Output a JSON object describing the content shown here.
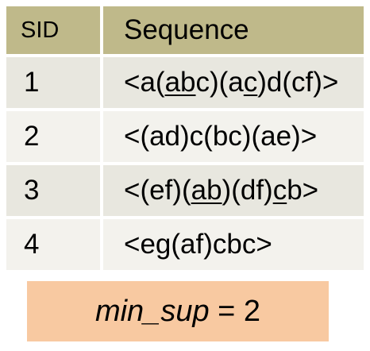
{
  "table": {
    "headers": {
      "sid": "SID",
      "sequence": "Sequence"
    },
    "rows": [
      {
        "sid": "1",
        "segments": [
          {
            "t": "<a(",
            "u": false
          },
          {
            "t": "ab",
            "u": true
          },
          {
            "t": "c)(a",
            "u": false
          },
          {
            "t": "c",
            "u": true
          },
          {
            "t": ")d(cf)>",
            "u": false
          }
        ]
      },
      {
        "sid": "2",
        "segments": [
          {
            "t": "<(ad)c(bc)(ae)>",
            "u": false
          }
        ]
      },
      {
        "sid": "3",
        "segments": [
          {
            "t": "<(ef)(",
            "u": false
          },
          {
            "t": "ab",
            "u": true
          },
          {
            "t": ")(df)",
            "u": false
          },
          {
            "t": "c",
            "u": true
          },
          {
            "t": "b>",
            "u": false
          }
        ]
      },
      {
        "sid": "4",
        "segments": [
          {
            "t": "<eg(af)cbc>",
            "u": false
          }
        ]
      }
    ]
  },
  "min_sup": {
    "label": "min_sup",
    "operator": " = ",
    "value": "2"
  },
  "colors": {
    "header_bg": "#bfb98a",
    "row_odd_bg": "#e8e7df",
    "row_even_bg": "#f3f2ed",
    "min_sup_bg": "#f8c9a1"
  }
}
